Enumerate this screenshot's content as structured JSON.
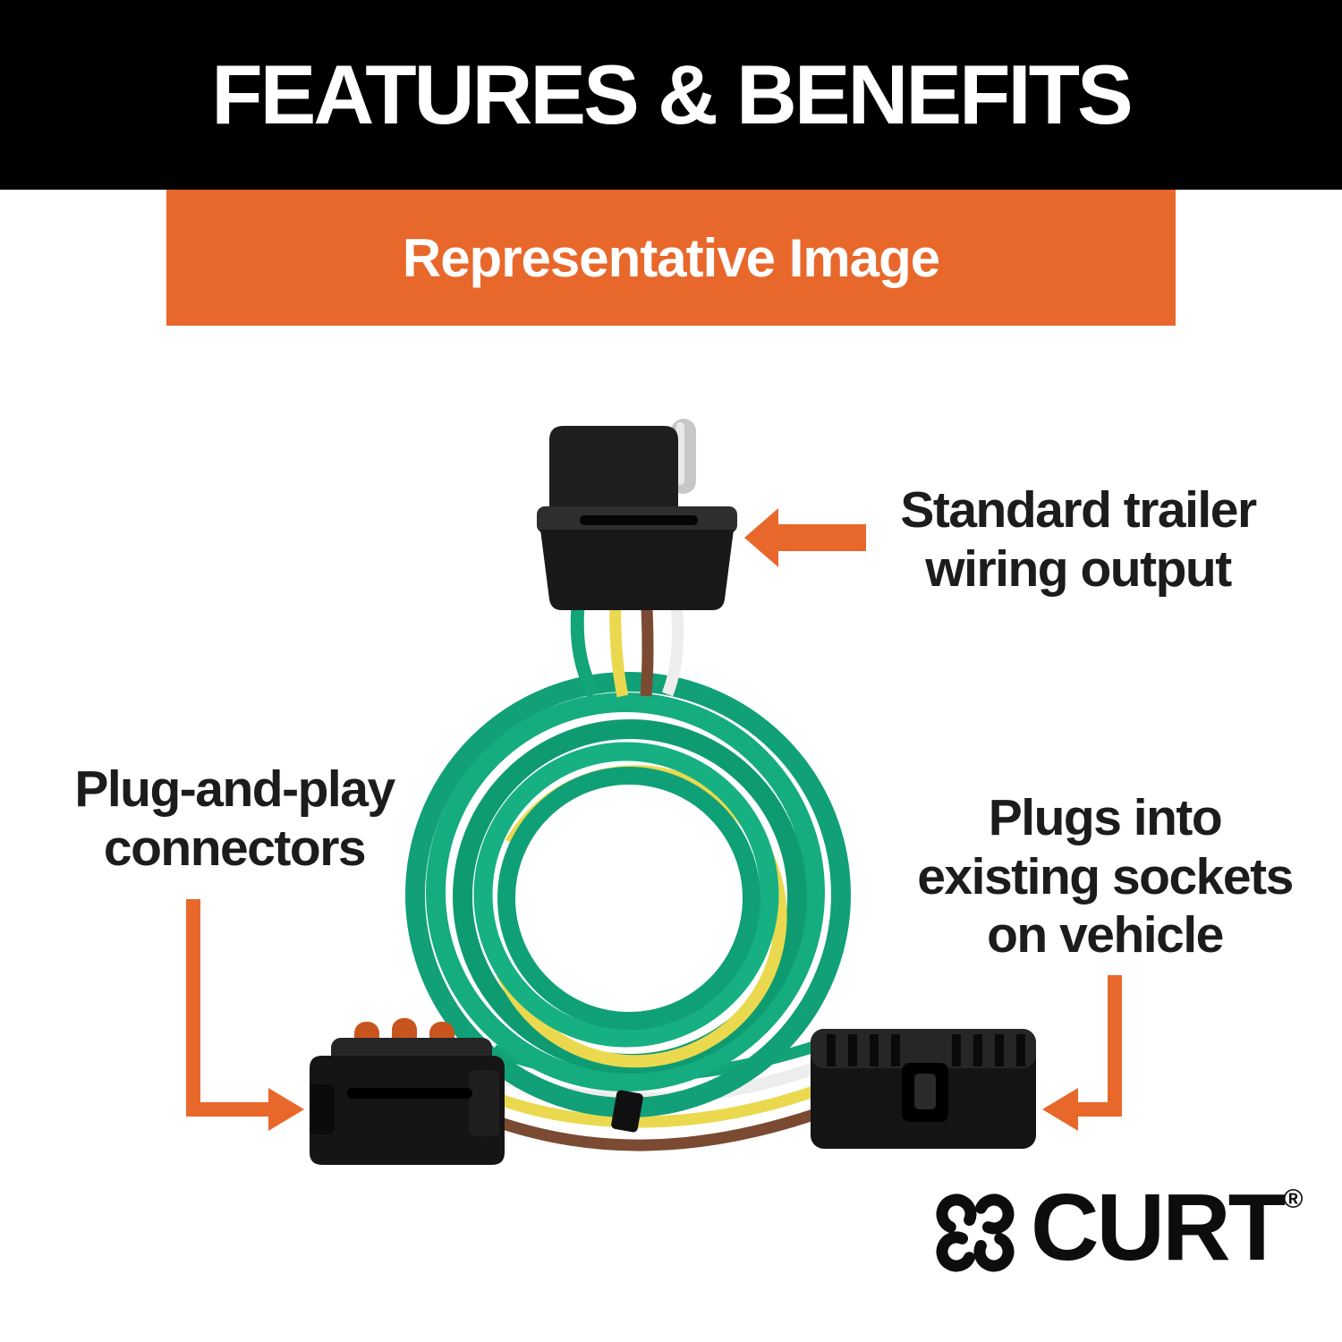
{
  "header": {
    "title": "FEATURES & BENEFITS"
  },
  "banner": {
    "label": "Representative Image"
  },
  "annotations": {
    "standard_output": {
      "lines": [
        "Standard trailer",
        "wiring output"
      ]
    },
    "plug_and_play": {
      "lines": [
        "Plug-and-play",
        "connectors"
      ]
    },
    "plugs_into": {
      "lines": [
        "Plugs into",
        "existing sockets",
        "on vehicle"
      ]
    }
  },
  "logo": {
    "brand": "CURT",
    "registered": "®"
  },
  "colors": {
    "accent_orange": "#E8682B",
    "header_black": "#000000",
    "banner_text": "#FFFFFF",
    "annotation_text": "#1C1C1C",
    "wire_green": "#13A478",
    "wire_yellow": "#EAD94F",
    "wire_brown": "#7B4A32",
    "wire_white": "#EDEDED",
    "connector_black": "#151515",
    "seal_orange": "#C8551D",
    "pin_silver": "#C7C7C7"
  },
  "icons": {
    "curt_logo_icon": "four-petal pinwheel mark",
    "arrow_standard_output": "left-pointing orange arrow",
    "arrow_plug_and_play": "down-then-right orange arrow",
    "arrow_plugs_into": "down-then-left orange arrow"
  }
}
